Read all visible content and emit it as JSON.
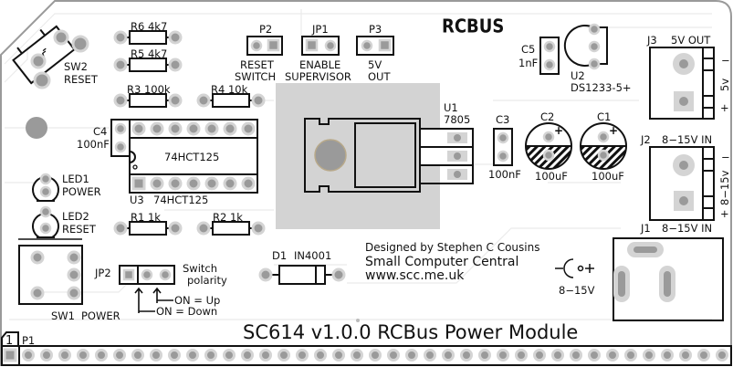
{
  "board": {
    "title": "SC614 v1.0.0 RCBus Power Module",
    "logo": "RCBUS",
    "credits": {
      "designer": "Designed by Stephen C Cousins",
      "company": "Small Computer Central",
      "website": "www.scc.me.uk"
    },
    "colors": {
      "board": "#ffffff",
      "outline": "#111111",
      "pad_ring": "#d4d4d4",
      "pad_ring_edge": "#c2bba8",
      "pad_hole": "#9a9a9a",
      "heatsink": "#d3d3d3",
      "mount_hole": "#9a9a9a",
      "trace": "#e8e8e8"
    }
  },
  "components": {
    "sw2": {
      "ref": "SW2",
      "desc": "RESET"
    },
    "r6": {
      "ref": "R6",
      "value": "4k7"
    },
    "r5": {
      "ref": "R5",
      "value": "4k7"
    },
    "r3": {
      "ref": "R3",
      "value": "100k"
    },
    "r4": {
      "ref": "R4",
      "value": "10k"
    },
    "r1": {
      "ref": "R1",
      "value": "1k"
    },
    "r2": {
      "ref": "R2",
      "value": "1k"
    },
    "p2": {
      "ref": "P2",
      "desc_line1": "RESET",
      "desc_line2": "SWITCH"
    },
    "jp1": {
      "ref": "JP1",
      "desc_line1": "ENABLE",
      "desc_line2": "SUPERVISOR"
    },
    "p3": {
      "ref": "P3",
      "desc_line1": "5V",
      "desc_line2": "OUT"
    },
    "c5": {
      "ref": "C5",
      "value": "1nF"
    },
    "u2": {
      "ref": "U2",
      "value": "DS1233-5+"
    },
    "j3": {
      "ref": "J3",
      "desc": "5V OUT",
      "side_label": "5v",
      "minus": "−",
      "plus": "+"
    },
    "c4": {
      "ref": "C4",
      "value": "100nF"
    },
    "u3": {
      "ref": "U3",
      "value": "74HCT125",
      "body_label": "74HCT125"
    },
    "u1": {
      "ref": "U1",
      "value": "7805"
    },
    "c3": {
      "ref": "C3",
      "value": "100nF"
    },
    "c2": {
      "ref": "C2",
      "value": "100uF",
      "polarity": "+"
    },
    "c1": {
      "ref": "C1",
      "value": "100uF",
      "polarity": "+"
    },
    "j2": {
      "ref": "J2",
      "desc": "8−15V IN",
      "side_label": "8−15v",
      "minus": "−",
      "plus": "+"
    },
    "led1": {
      "ref": "LED1",
      "desc": "POWER"
    },
    "led2": {
      "ref": "LED2",
      "desc": "RESET"
    },
    "d1": {
      "ref": "D1",
      "value": "IN4001"
    },
    "j1": {
      "ref": "J1",
      "desc": "8−15V IN",
      "symbol": "−(•+",
      "voltage": "8−15V"
    },
    "sw1": {
      "ref": "SW1",
      "desc": "POWER"
    },
    "jp2": {
      "ref": "JP2",
      "desc_line1": "Switch",
      "desc_line2": "polarity",
      "on_up": "ON = Up",
      "on_down": "ON = Down"
    },
    "p1": {
      "ref": "P1",
      "pin1_marker": "1",
      "pin_count": 40
    }
  }
}
